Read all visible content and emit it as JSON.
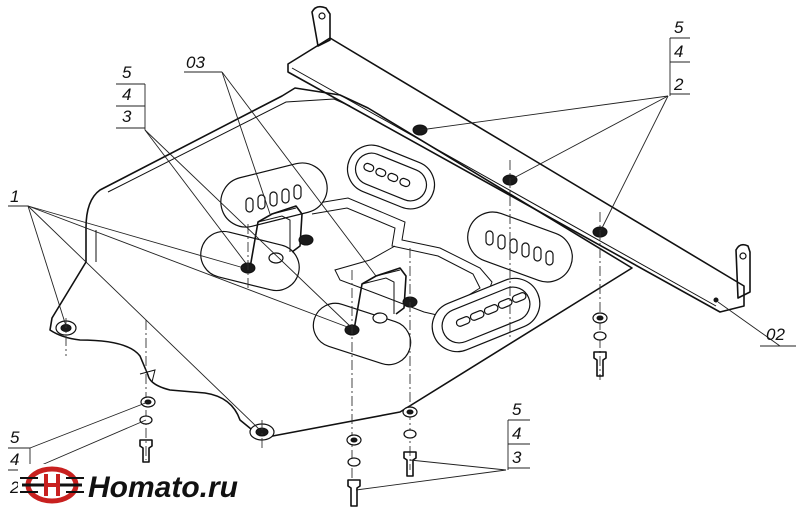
{
  "labels": {
    "top_left_5": "5",
    "top_left_4": "4",
    "top_left_3": "3",
    "part_03": "03",
    "top_right_5": "5",
    "top_right_4": "4",
    "top_right_2": "2",
    "part_1": "1",
    "part_02": "02",
    "bottom_left_5": "5",
    "bottom_left_4": "4",
    "bottom_left_2": "2",
    "bottom_right_5": "5",
    "bottom_right_4": "4",
    "bottom_right_3": "3"
  },
  "logo": {
    "text": "Homato.ru"
  }
}
